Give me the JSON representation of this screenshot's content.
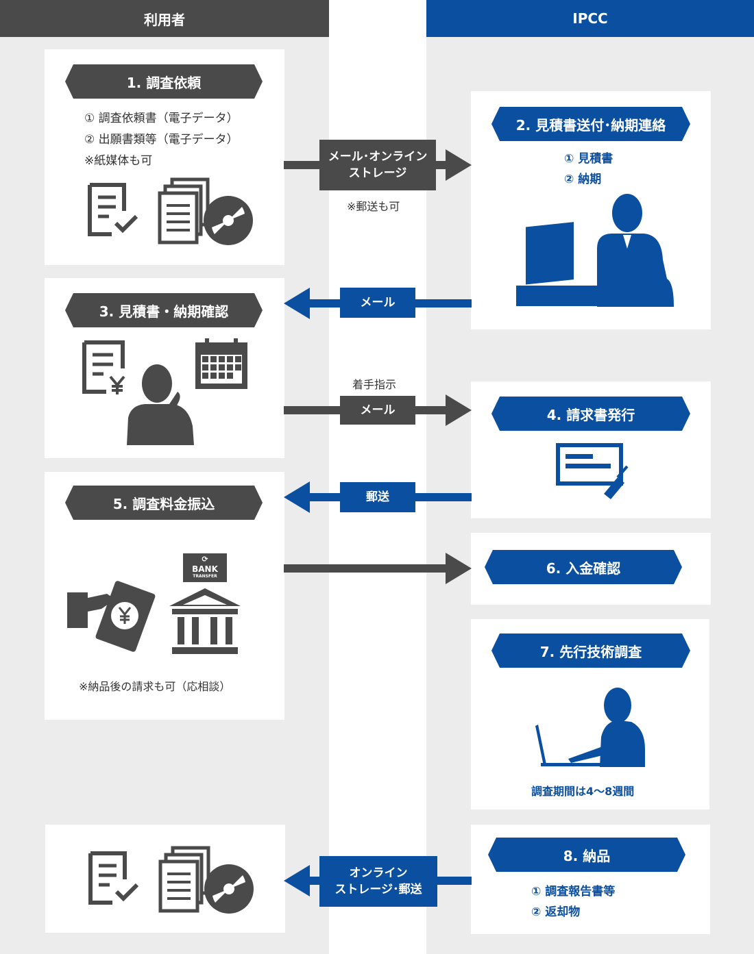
{
  "columns": {
    "user": {
      "title": "利用者",
      "color": "#4a4a4a"
    },
    "ipcc": {
      "title": "IPCC",
      "color": "#0a4fa0"
    }
  },
  "steps": {
    "s1": {
      "title": "1. 調査依頼",
      "items": [
        "① 調査依頼書（電子データ）",
        "② 出願書類等（電子データ）",
        "※紙媒体も可"
      ]
    },
    "s2": {
      "title": "2. 見積書送付･納期連絡",
      "items": [
        "① 見積書",
        "② 納期"
      ]
    },
    "s3": {
      "title": "3. 見積書・納期確認"
    },
    "s4": {
      "title": "4. 請求書発行"
    },
    "s5": {
      "title": "5. 調査料金振込",
      "note": "※納品後の請求も可（応相談）",
      "bank_label": "BANK",
      "bank_sub": "TRANSFER"
    },
    "s6": {
      "title": "6. 入金確認"
    },
    "s7": {
      "title": "7. 先行技術調査",
      "note": "調査期間は4～8週間"
    },
    "s8": {
      "title": "8. 納品",
      "items": [
        "① 調査報告書等",
        "② 返却物"
      ]
    }
  },
  "arrows": {
    "a1": {
      "label_line1": "メール･オンライン",
      "label_line2": "ストレージ",
      "note": "※郵送も可"
    },
    "a2": {
      "label": "メール"
    },
    "a3": {
      "label": "メール",
      "note": "着手指示"
    },
    "a4": {
      "label": "郵送"
    },
    "a6": {
      "label_line1": "オンライン",
      "label_line2": "ストレージ･郵送"
    }
  }
}
